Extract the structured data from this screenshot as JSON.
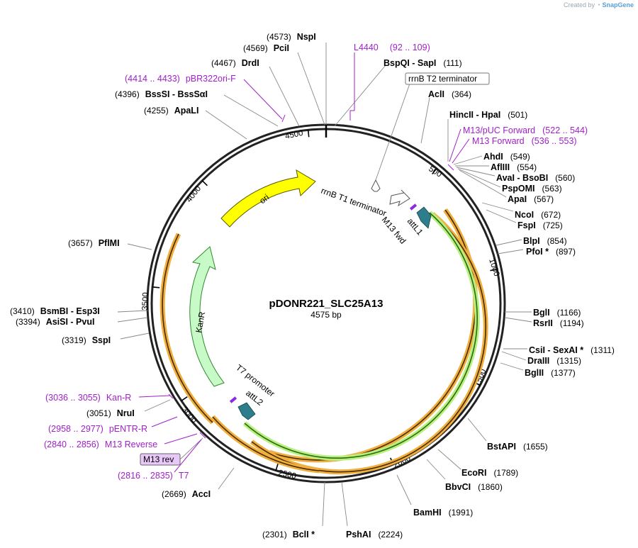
{
  "credit": {
    "prefix": "Created by",
    "brand": "SnapGene"
  },
  "plasmid": {
    "name": "pDONR221_SLC25A13",
    "size": "4575 bp",
    "length": 4575
  },
  "colors": {
    "ori": "#ffff00",
    "kanr": "#c8fac8",
    "att": "#2e7d8c",
    "primer": "#a020c8",
    "orange": "#f0b040",
    "green": "#6cc040"
  },
  "ticks": [
    "500",
    "1000",
    "1500",
    "2000",
    "2500",
    "3000",
    "3500",
    "4000",
    "4500"
  ],
  "features": {
    "ori": "ori",
    "kanr": "KanR",
    "rrnb_t1": "rrnB T1 terminator",
    "rrnb_t2": "rrnB T2 terminator",
    "m13fwd": "M13 fwd",
    "attl1": "attL1",
    "t7promoter": "T7 promoter",
    "attl2": "attL2",
    "m13rev": "M13 rev"
  },
  "sites": [
    {
      "pos": "(4573)",
      "name": "NspI"
    },
    {
      "pos": "(4569)",
      "name": "PciI"
    },
    {
      "pos": "(4467)",
      "name": "DrdI"
    },
    {
      "pos": "(4414 .. 4433)",
      "name": "pBR322ori-F",
      "primer": true
    },
    {
      "pos": "(4396)",
      "name": "BssSI  -  BssSαI"
    },
    {
      "pos": "(4255)",
      "name": "ApaLI"
    },
    {
      "pos": "(3657)",
      "name": "PflMI"
    },
    {
      "pos": "(3410)",
      "name": "BsmBI  -  Esp3I"
    },
    {
      "pos": "(3394)",
      "name": "AsiSI  -  PvuI"
    },
    {
      "pos": "(3319)",
      "name": "SspI"
    },
    {
      "pos": "(3036 .. 3055)",
      "name": "Kan-R",
      "primer": true
    },
    {
      "pos": "(3051)",
      "name": "NruI"
    },
    {
      "pos": "(2958 .. 2977)",
      "name": "pENTR-R",
      "primer": true
    },
    {
      "pos": "(2840 .. 2856)",
      "name": "M13 Reverse",
      "primer": true
    },
    {
      "pos": "(2816 .. 2835)",
      "name": "T7",
      "primer": true
    },
    {
      "pos": "(2669)",
      "name": "AccI"
    },
    {
      "pos": "(2301)",
      "name": "BclI *"
    },
    {
      "pos": "(2224)",
      "name": "PshAI"
    },
    {
      "pos": "(1991)",
      "name": "BamHI"
    },
    {
      "pos": "(1860)",
      "name": "BbvCI"
    },
    {
      "pos": "(1789)",
      "name": "EcoRI"
    },
    {
      "pos": "(1655)",
      "name": "BstAPI"
    },
    {
      "pos": "(1377)",
      "name": "BglII"
    },
    {
      "pos": "(1315)",
      "name": "DraIII"
    },
    {
      "pos": "(1311)",
      "name": "CsiI  -  SexAI *"
    },
    {
      "pos": "(1194)",
      "name": "RsrII"
    },
    {
      "pos": "(1166)",
      "name": "BglI"
    },
    {
      "pos": "(897)",
      "name": "PfoI *"
    },
    {
      "pos": "(854)",
      "name": "BlpI"
    },
    {
      "pos": "(725)",
      "name": "FspI"
    },
    {
      "pos": "(672)",
      "name": "NcoI"
    },
    {
      "pos": "(567)",
      "name": "ApaI"
    },
    {
      "pos": "(563)",
      "name": "PspOMI"
    },
    {
      "pos": "(560)",
      "name": "AvaI  -  BsoBI"
    },
    {
      "pos": "(554)",
      "name": "AflIII"
    },
    {
      "pos": "(549)",
      "name": "AhdI"
    },
    {
      "pos": "(536 .. 553)",
      "name": "M13 Forward",
      "primer": true
    },
    {
      "pos": "(522 .. 544)",
      "name": "M13/pUC Forward",
      "primer": true
    },
    {
      "pos": "(501)",
      "name": "HincII  -  HpaI"
    },
    {
      "pos": "(364)",
      "name": "AclI"
    },
    {
      "pos": "(111)",
      "name": "BspQI  -  SapI"
    },
    {
      "pos": "(92 .. 109)",
      "name": "L4440",
      "primer": true
    }
  ]
}
